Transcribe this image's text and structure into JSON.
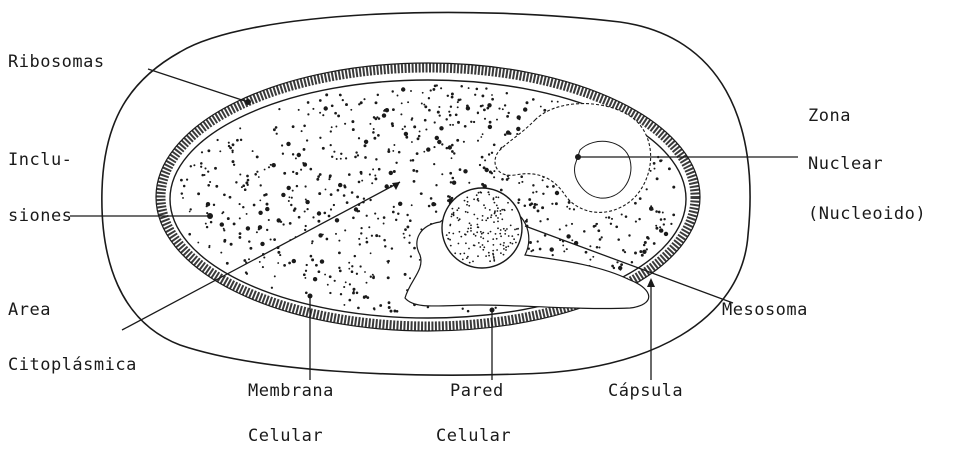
{
  "labels": {
    "ribosomas": "Ribosomas",
    "inclusiones_1": "Inclu-",
    "inclusiones_2": "siones",
    "area_1": "Area",
    "area_2": "Citoplásmica",
    "membrana_1": "Membrana",
    "membrana_2": "Celular",
    "pared_1": "Pared",
    "pared_2": "Celular",
    "capsula": "Cápsula",
    "mesosoma": "Mesosoma",
    "zona_1": "Zona",
    "zona_2": "Nuclear",
    "zona_3": "(Nucleoido)"
  },
  "colors": {
    "ink": "#1a1a1a",
    "wall": "#3a3a3a",
    "background": "#ffffff"
  }
}
